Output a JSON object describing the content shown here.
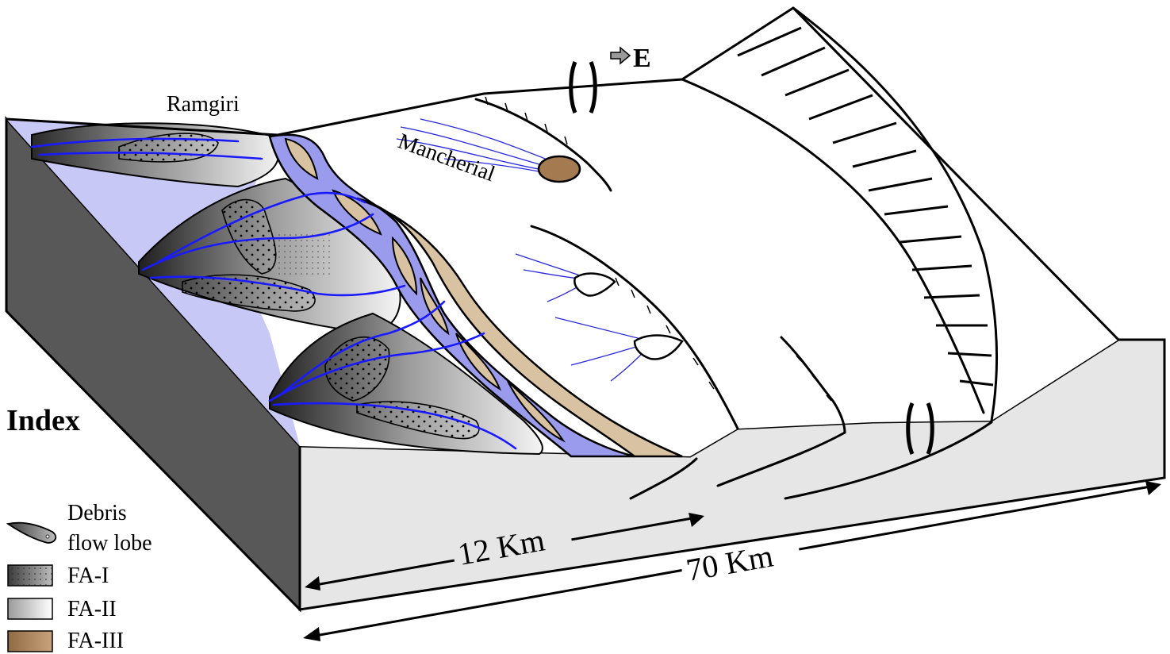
{
  "towns": {
    "ramgiri": "Ramgiri",
    "mancherial": "Mancherial"
  },
  "direction": {
    "label": "E",
    "icon": "arrow-right-icon"
  },
  "scale": {
    "short_label": "12 Km",
    "long_label": "70 Km"
  },
  "legend": {
    "title": "Index",
    "items": [
      {
        "label_line1": "Debris",
        "label_line2": "flow lobe",
        "icon": "debris-flow-lobe-icon"
      },
      {
        "label": "FA-I",
        "color": "#5a5a5a"
      },
      {
        "label": "FA-II",
        "color": "#dcdcdc"
      },
      {
        "label": "FA-III",
        "color": "#b08a5e"
      }
    ]
  },
  "colors": {
    "basin_floor": "#c8c8f6",
    "channel": "#9b9bee",
    "river_line": "#1a1aff",
    "fa3_bar": "#d9c2a2",
    "block_front": "#e4e4e4",
    "block_side": "#555555"
  }
}
